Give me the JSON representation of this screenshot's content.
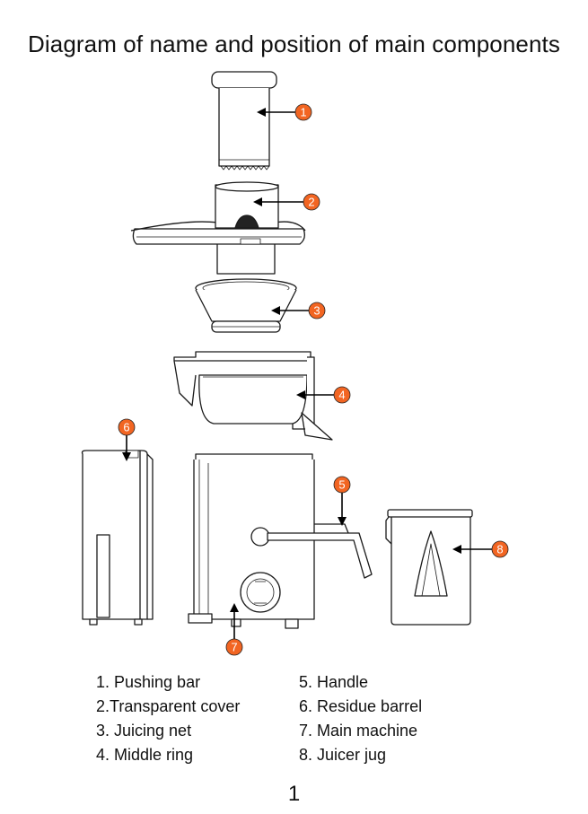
{
  "title": "Diagram of name and position of main components",
  "callouts": [
    "1",
    "2",
    "3",
    "4",
    "5",
    "6",
    "7",
    "8"
  ],
  "legend": [
    "1. Pushing bar",
    "2.Transparent cover",
    "3. Juicing net",
    "4. Middle ring",
    "5. Handle",
    "6. Residue barrel",
    "7. Main machine",
    "8. Juicer jug"
  ],
  "page_number": "1",
  "colors": {
    "callout": "#f26522",
    "line": "#1a1a1a"
  }
}
